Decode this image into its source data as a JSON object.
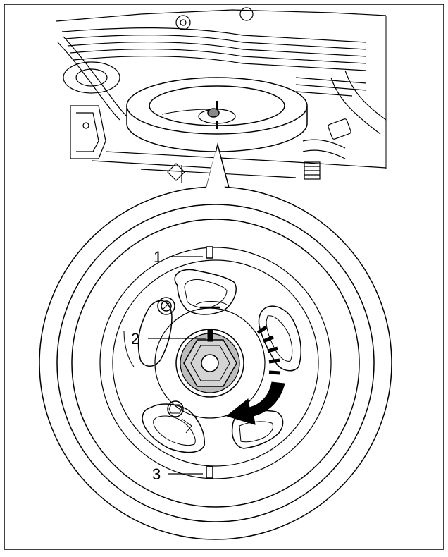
{
  "callouts": [
    {
      "number": "1"
    },
    {
      "number": "2"
    },
    {
      "number": "3"
    }
  ],
  "colors": {
    "line": "#000000",
    "background": "#ffffff",
    "hub_fill": "#bdbdbd",
    "nut_fill": "#d4d4d4"
  },
  "icons": {
    "rotation": "curved-arrow-counterclockwise-icon"
  }
}
